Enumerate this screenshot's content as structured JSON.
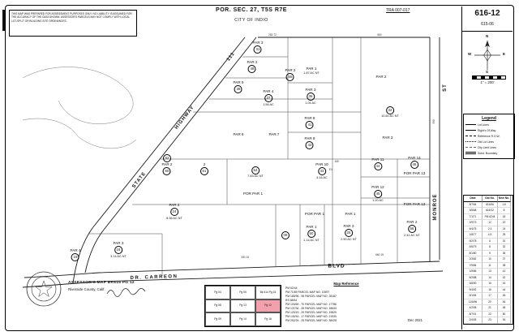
{
  "header": {
    "disclaimer": "THIS MAP WAS PREPARED FOR ASSESSMENT PURPOSES ONLY. NO LIABILITY IS ASSUMED FOR THE ACCURACY OF THE DATA SHOWN. ASSESSOR'S PARCELS MAY NOT COMPLY WITH LOCAL LOT-SPLIT OR BUILDING SITE ORDINANCES.",
    "title": "POR. SEC. 27, T5S R7E",
    "subtitle": "CITY OF INDIO",
    "tra": "TRA 007-017",
    "sheet": "616-12",
    "sheet_prev": "615-06"
  },
  "compass": {
    "n": "N",
    "s": "S",
    "e": "E",
    "w": "W",
    "scale": "1\" = 200'"
  },
  "roads": {
    "state": "STATE",
    "highway": "HIGHWAY",
    "num": "111",
    "carreon": "DR.  CARREON",
    "blvd": "BLVD",
    "monroe": "MONROE",
    "st": "ST"
  },
  "legend": {
    "title": "Legend",
    "items": [
      {
        "label": "Lot Lines"
      },
      {
        "label": "Right's Of Way"
      },
      {
        "label": "Reference R.O.W."
      },
      {
        "label": "Old Lot Lines"
      },
      {
        "label": "City Limit Lines"
      },
      {
        "label": "Subd. Boundary"
      }
    ]
  },
  "parcels": [
    {
      "name": "PAR 3",
      "lot": "31"
    },
    {
      "name": "PAR 2",
      "lot": "48"
    },
    {
      "name": "PAR 5",
      "lot": "38"
    },
    {
      "name": "PAR 2",
      "lot": "55"
    },
    {
      "name": "PAR 1",
      "ac": "1.87 AC NT"
    },
    {
      "name": "PAR 4",
      "lot": "37",
      "ac": "1.56 AC"
    },
    {
      "name": "PAR 3",
      "lot": "36",
      "ac": "1.04 AC"
    },
    {
      "name": "PAR 2"
    },
    {
      "lot": "32",
      "ac": "10.60 AC NT"
    },
    {
      "name": "PAR 8",
      "lot": "41"
    },
    {
      "name": "PAR 9",
      "lot": "42"
    },
    {
      "name": "PAR 6"
    },
    {
      "name": "PAR 7"
    },
    {
      "name": "PAR 3"
    },
    {
      "lot": "62"
    },
    {
      "name": "PAR 2",
      "lot": "60"
    },
    {
      "name": "2",
      "lot": "61"
    },
    {
      "lot": "54",
      "ac": "7.83 AC NT"
    },
    {
      "name": "POR PAR 1"
    },
    {
      "name": "PAR 10",
      "lot": "43",
      "ac": "4.16 AC"
    },
    {
      "name": "PAR 11",
      "lot": "44"
    },
    {
      "name": "PAR 14",
      "lot": "46"
    },
    {
      "name": "POR PAR 13"
    },
    {
      "name": "PAR 12",
      "lot": "45",
      "ac": "1.20 AC"
    },
    {
      "name": "POR PAR 13"
    },
    {
      "name": "PAR 2",
      "lot": "58",
      "ac": "2.41 AC NT"
    },
    {
      "name": "PAR 2",
      "lot": "24",
      "ac": "8.36 AC NT"
    },
    {
      "name": "PAR 3",
      "lot": "18",
      "ac": "3.14 AC NT"
    },
    {
      "name": "PAR 4",
      "lot": "19"
    },
    {
      "lot": "08"
    },
    {
      "name": "POR PAR 1"
    },
    {
      "name": "PAR 1",
      "lot": "50",
      "ac": "1.14 AC NT"
    },
    {
      "name": "PAR 1"
    },
    {
      "name": "PAR 3",
      "lot": "25",
      "ac": "2.50 AC NT"
    }
  ],
  "dims": [
    "282.72",
    "660",
    "330",
    "330.15",
    "660.15",
    "165",
    "EX"
  ],
  "page_index": {
    "cells": [
      {
        "label": "Pg 04"
      },
      {
        "label": "Pg 05"
      },
      {
        "label": "Bk 614 Pg 15"
      },
      {
        "label": "Pg 08"
      },
      {
        "label": "Pg 13"
      },
      {
        "label": "Pg 12",
        "hl": true
      },
      {
        "label": "Pg 09"
      },
      {
        "label": "Pg 14"
      },
      {
        "label": "Pg 16"
      }
    ]
  },
  "map_reference": {
    "title": "Map Reference",
    "lines": [
      "PM 62/44",
      "PM 71/69   PARCEL MAP NO. 10597",
      "PM 185/96 - 98   PARCEL MAP NO. 28187",
      "RS 68/54",
      "PM 103/69 - 70   PARCEL MAP NO. 17786",
      "PM 137/34 - 35   PARCEL MAP NO. 18633",
      "PM 120/19 - 20   PARCEL MAP NO. 19829",
      "PM 140/16 - 17   PARCEL MAP NO. 21930",
      "PM 252/24 - 25   PARCEL MAP NO. 38028"
    ],
    "date": "Dec 2021"
  },
  "footer": {
    "line1": "ASSESSOR'S MAP BK616 PG 12",
    "line2": "Riverside County, Calif."
  },
  "revision_table": {
    "headers": [
      "Date",
      "Old No.",
      "New No."
    ],
    "rows": [
      [
        "8/7/64",
        "615/06",
        "1-6"
      ],
      [
        "3/5/68",
        "616/12",
        "8"
      ],
      [
        "7/1/71",
        "PM 6244",
        "18"
      ],
      [
        "2/9/73",
        "12",
        "19"
      ],
      [
        "6/4/75",
        "2,3",
        "24"
      ],
      [
        "1/8/77",
        "4,5",
        "25"
      ],
      [
        "9/2/78",
        "6",
        "31"
      ],
      [
        "4/6/79",
        "8",
        "32"
      ],
      [
        "8/1/80",
        "9",
        "36"
      ],
      [
        "2/3/82",
        "10",
        "37"
      ],
      [
        "7/9/84",
        "11",
        "38"
      ],
      [
        "1/5/86",
        "13",
        "41"
      ],
      [
        "6/2/88",
        "14",
        "42"
      ],
      [
        "3/8/90",
        "15",
        "43"
      ],
      [
        "9/4/92",
        "16",
        "44"
      ],
      [
        "5/1/94",
        "17",
        "45"
      ],
      [
        "11/6/96",
        "20",
        "46"
      ],
      [
        "4/2/98",
        "21",
        "48"
      ],
      [
        "8/7/01",
        "22",
        "50"
      ],
      [
        "2/4/05",
        "23",
        "54"
      ],
      [
        "6/9/10",
        "26",
        "55"
      ],
      [
        "12/1/21",
        "27",
        "58-62"
      ]
    ]
  }
}
